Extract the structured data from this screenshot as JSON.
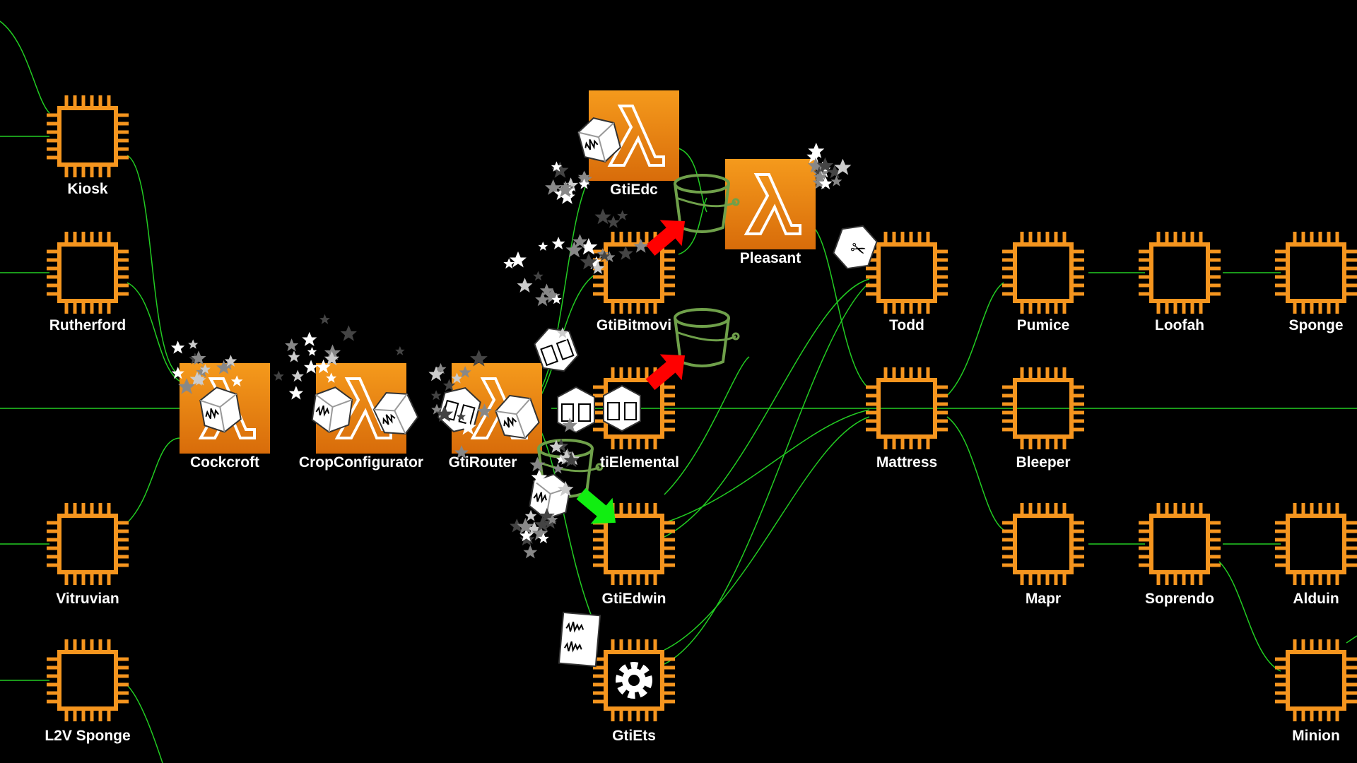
{
  "nodes": {
    "kiosk": {
      "label": "Kiosk",
      "type": "chip"
    },
    "rutherford": {
      "label": "Rutherford",
      "type": "chip"
    },
    "vitruvian": {
      "label": "Vitruvian",
      "type": "chip"
    },
    "l2v_sponge": {
      "label": "L2V Sponge",
      "type": "chip"
    },
    "cockcroft": {
      "label": "Cockcroft",
      "type": "lambda"
    },
    "cropconfigurator": {
      "label": "CropConfigurator",
      "type": "lambda"
    },
    "gtirouter": {
      "label": "GtiRouter",
      "type": "lambda"
    },
    "gtiedc": {
      "label": "GtiEdc",
      "type": "lambda"
    },
    "gtibitmovi": {
      "label": "GtiBitmovi",
      "type": "chip"
    },
    "gtielemental": {
      "label": "tiElemental",
      "type": "chip"
    },
    "gtiedwin": {
      "label": "GtiEdwin",
      "type": "chip"
    },
    "gtiets": {
      "label": "GtiEts",
      "type": "gear-chip"
    },
    "pleasant": {
      "label": "Pleasant",
      "type": "lambda"
    },
    "todd": {
      "label": "Todd",
      "type": "chip"
    },
    "mattress": {
      "label": "Mattress",
      "type": "chip"
    },
    "pumice": {
      "label": "Pumice",
      "type": "chip"
    },
    "bleeper": {
      "label": "Bleeper",
      "type": "chip"
    },
    "mapr": {
      "label": "Mapr",
      "type": "chip"
    },
    "loofah": {
      "label": "Loofah",
      "type": "chip"
    },
    "soprendo": {
      "label": "Soprendo",
      "type": "chip"
    },
    "sponge": {
      "label": "Sponge",
      "type": "chip"
    },
    "alduin": {
      "label": "Alduin",
      "type": "chip"
    },
    "minion": {
      "label": "Minion",
      "type": "chip"
    }
  },
  "colors": {
    "background": "#000000",
    "chip": "#f5951e",
    "lambda_top": "#f08a12",
    "lambda_bottom": "#d86c0a",
    "edge": "#22cc22",
    "bucket": "#6fa04a",
    "arrow_error": "#ff0000",
    "arrow_ok": "#11ee11",
    "label": "#ffffff"
  },
  "icons": [
    "chip-icon",
    "lambda-icon",
    "bucket-icon",
    "gear-icon",
    "audio-cube-icon",
    "film-cube-icon",
    "scissors-cube-icon",
    "star-particle"
  ]
}
